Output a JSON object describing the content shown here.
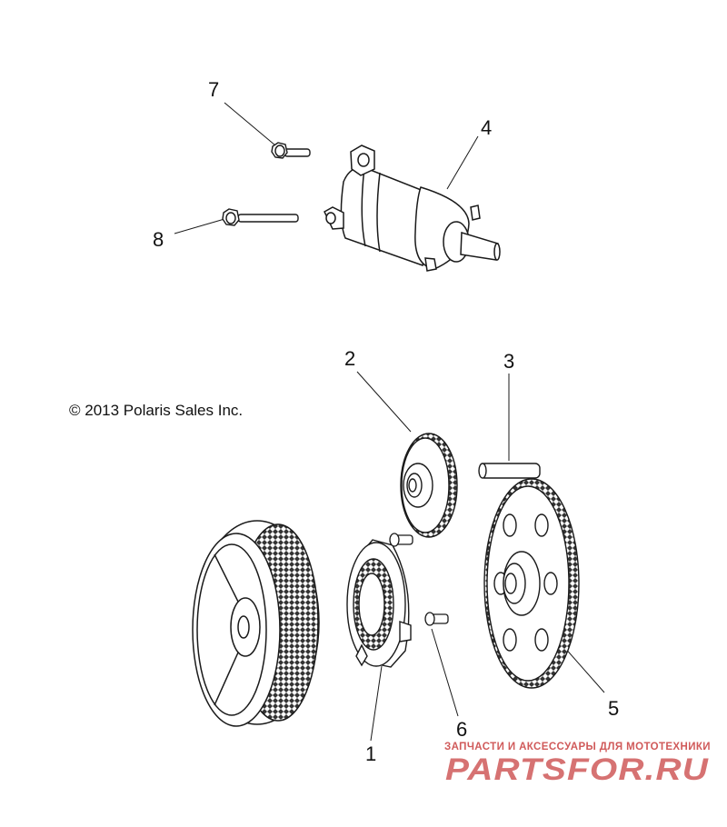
{
  "callouts": {
    "c1": "1",
    "c2": "2",
    "c3": "3",
    "c4": "4",
    "c5": "5",
    "c6": "6",
    "c7": "7",
    "c8": "8"
  },
  "copyright": "© 2013 Polaris Sales Inc.",
  "watermark": {
    "tagline": "ЗАПЧАСТИ И АКСЕССУАРЫ ДЛЯ МОТОТЕХНИКИ",
    "logo": "PARTSFOR.RU"
  },
  "colors": {
    "line": "#1a1a1a",
    "watermark": "#d05a5a"
  }
}
